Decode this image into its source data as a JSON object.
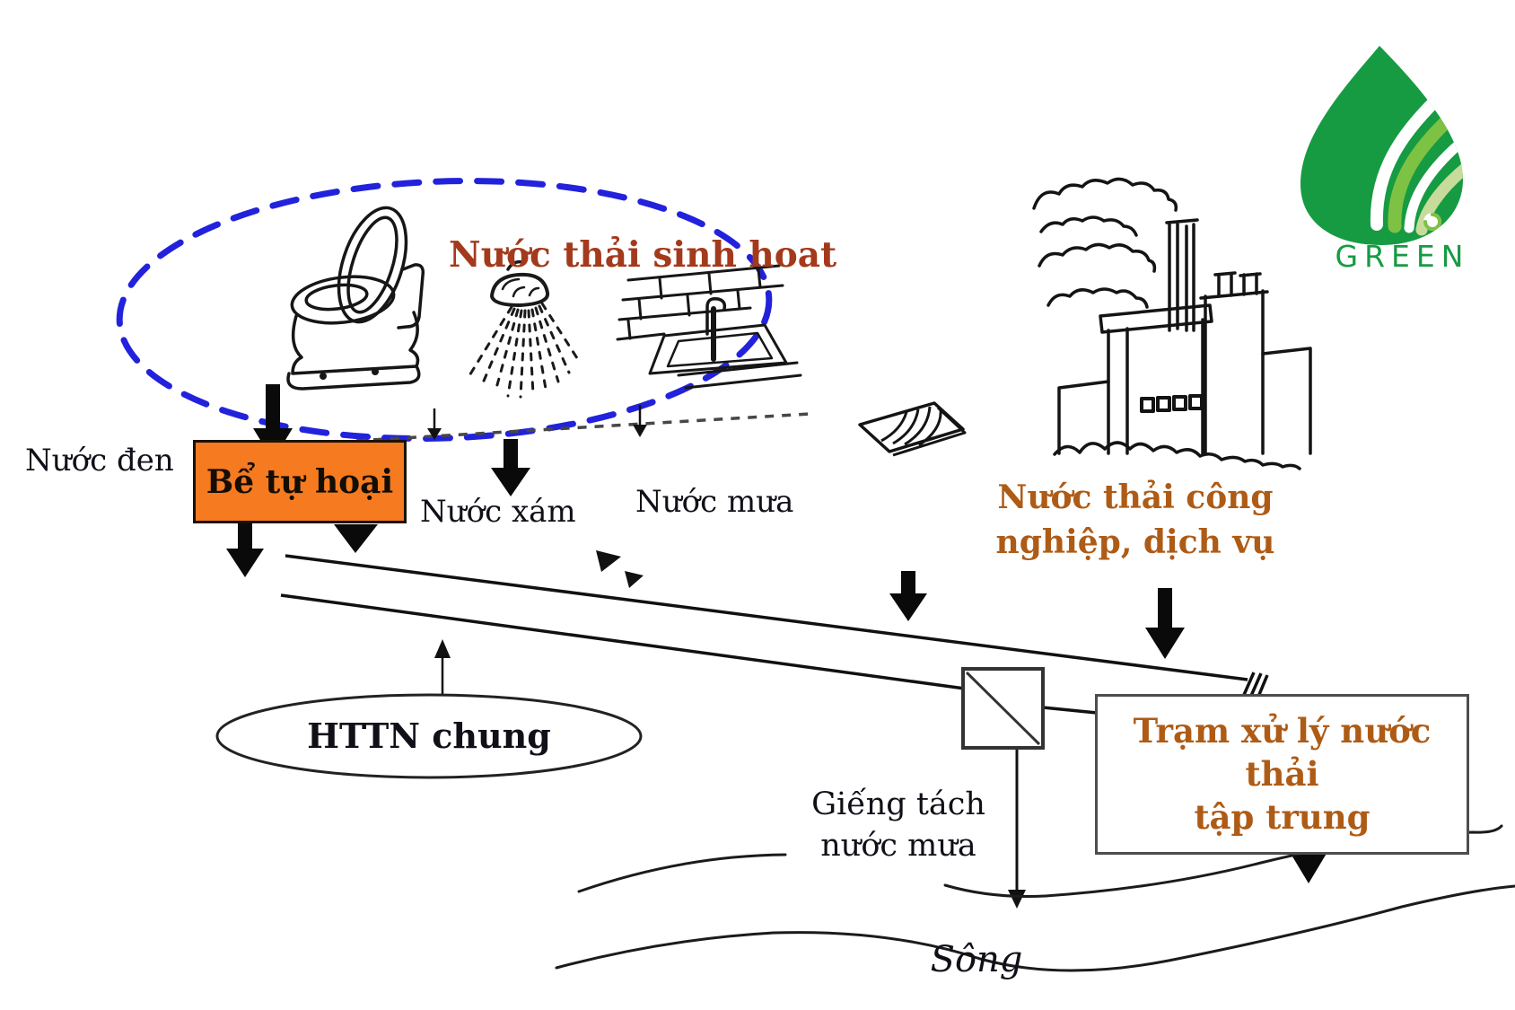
{
  "diagram": {
    "title_label": "Nước thải sinh hoat",
    "labels": {
      "black_water": "Nước đen",
      "septic_tank": "Bể tự hoại",
      "gray_water": "Nước xám",
      "rain_water": "Nước mưa",
      "industrial_line1": "Nước thải công",
      "industrial_line2": "nghiệp, dịch vụ",
      "combined_system": "HTTN chung",
      "separation_well_line1": "Giếng tách",
      "separation_well_line2": "nước mưa",
      "treatment_line1": "Trạm xử lý nước thải",
      "treatment_line2": "tập trung",
      "river": "Sông"
    },
    "logo": {
      "text": "GREEN"
    },
    "colors": {
      "domestic_label": "#A33A1C",
      "industrial_label": "#AE5B16",
      "septic_box_fill": "#F57A20",
      "dashed_boundary": "#2222DD",
      "logo_green": "#169B43",
      "logo_green_mid": "#7EC243",
      "logo_green_pale": "#C7DB9B",
      "ink": "#111111"
    }
  }
}
